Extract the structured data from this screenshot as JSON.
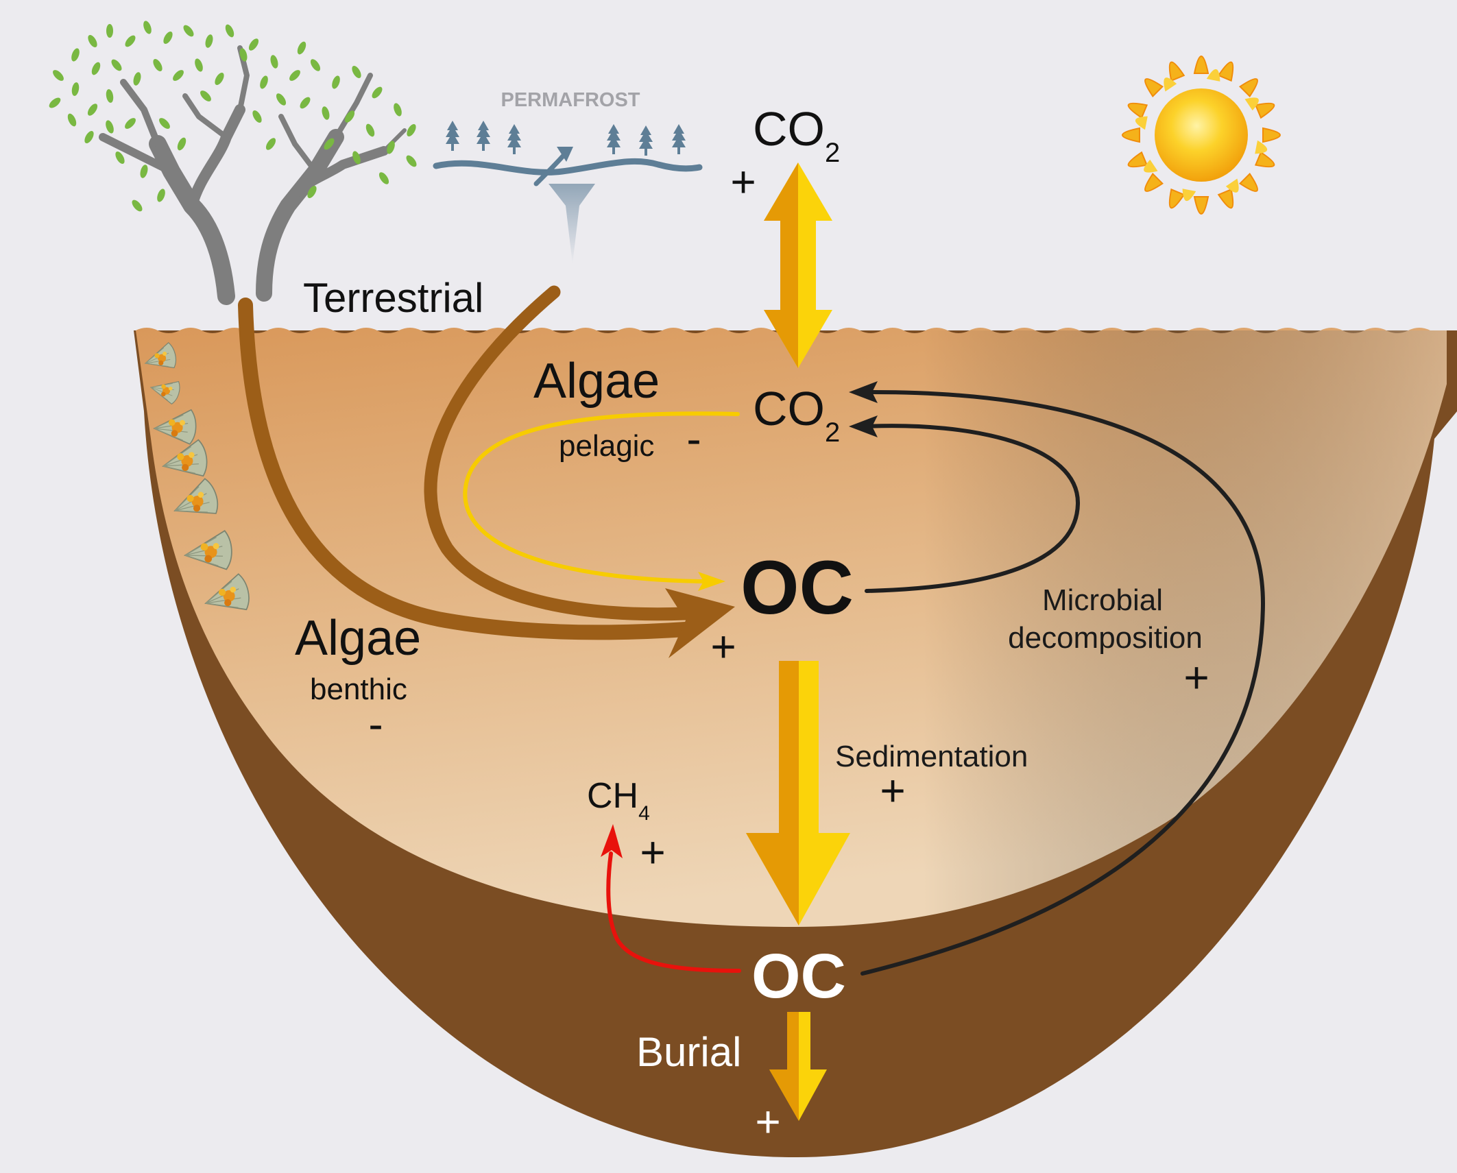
{
  "labels": {
    "permafrost": "PERMAFROST",
    "terrestrial": "Terrestrial",
    "algae_pelagic_title": "Algae",
    "algae_pelagic_sub": "pelagic",
    "algae_benthic_title": "Algae",
    "algae_benthic_sub": "benthic",
    "co2_base": "CO",
    "co2_sub": "2",
    "oc": "OC",
    "microbial_line1": "Microbial",
    "microbial_line2": "decomposition",
    "sedimentation": "Sedimentation",
    "ch4_base": "CH",
    "ch4_sub": "4",
    "burial": "Burial",
    "plus": "+",
    "minus": "-"
  },
  "colors": {
    "background": "#ecebef",
    "water_top": "#d99a5b",
    "water_bottom": "#ecd2b2",
    "sediment": "#7b4d23",
    "terrestrial_arrow": "#9c5e18",
    "pelagic_arrow": "#f7cc00",
    "decomposition_arrow": "#1f1f1f",
    "methane_arrow": "#e8120c",
    "flux_arrow_light": "#fbd30a",
    "flux_arrow_dark": "#e59a05",
    "sun": "#f8b811",
    "leaf": "#7dbb42",
    "branch": "#7e7e7e",
    "permafrost": "#5e7e96"
  },
  "icons": [
    "tree-icon",
    "permafrost-icon",
    "sun-icon",
    "benthic-algae-icon"
  ]
}
